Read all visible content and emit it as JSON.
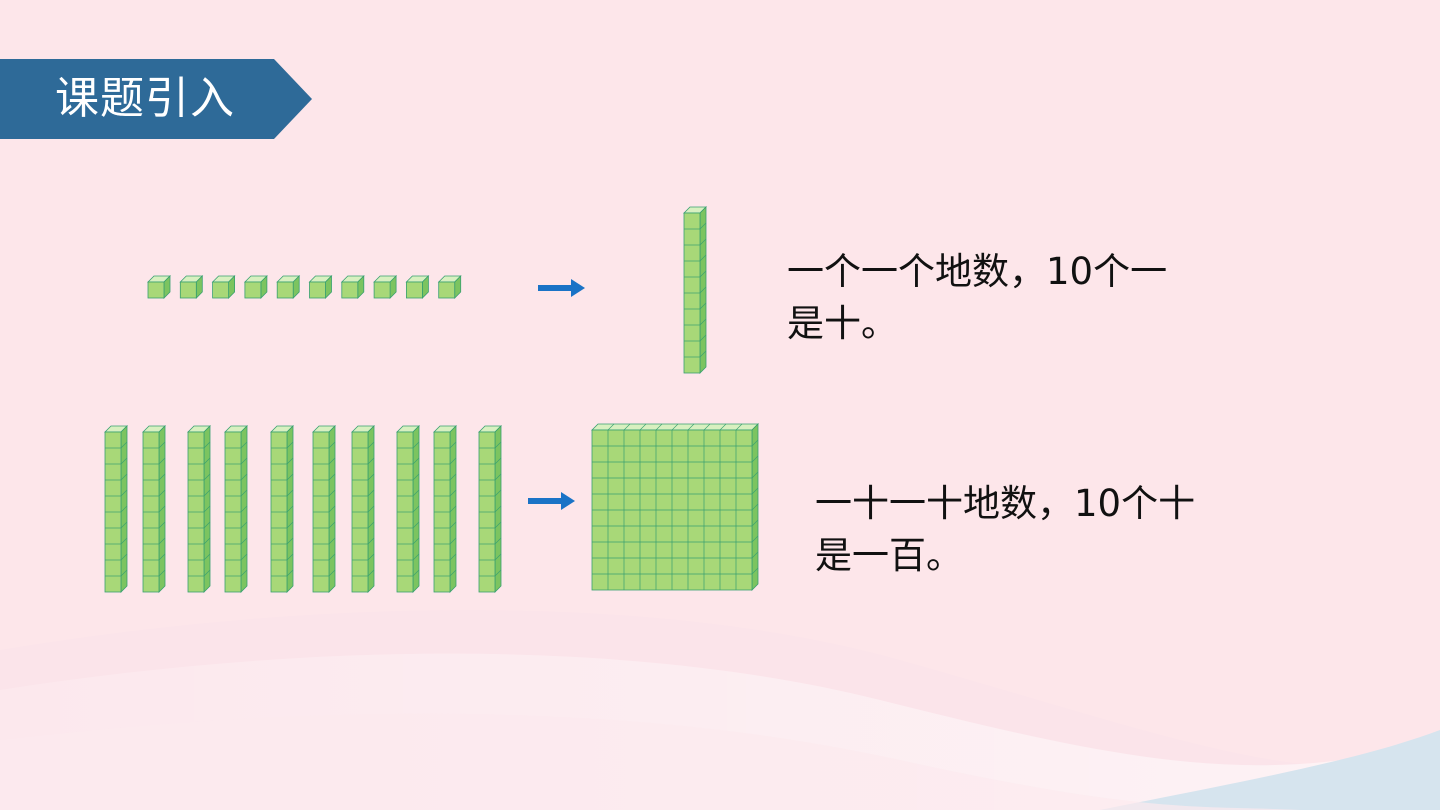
{
  "header": {
    "title": "课题引入",
    "banner_color": "#2e6a98"
  },
  "colors": {
    "cube_front": "#a8d878",
    "cube_top": "#d8f0c0",
    "cube_side": "#7cc460",
    "cube_edge": "#38a070",
    "arrow": "#1a73c6"
  },
  "rows": [
    {
      "caption_line1": "一个一个地数，10个一",
      "caption_line2": "是十。",
      "from": "ten ones",
      "to": "one ten-rod",
      "count": 10
    },
    {
      "caption_line1": "一十一十地数，10个十",
      "caption_line2": "是一百。",
      "from": "ten ten-rods",
      "to": "one hundred-flat",
      "count": 10
    }
  ]
}
